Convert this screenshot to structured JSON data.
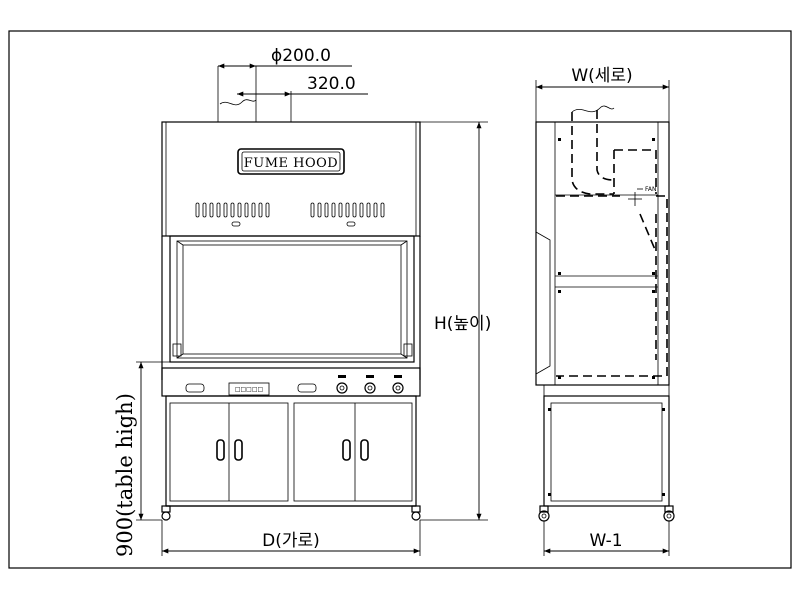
{
  "dimensions": {
    "duct_diameter": "ϕ200.0",
    "duct_offset": "320.0",
    "width_label": "W(세로)",
    "height_label": "H(높이)",
    "table_height_label": "900(table high)",
    "depth_label": "D(가로)",
    "bottom_width_label": "W-1"
  },
  "front_view": {
    "sign_text": "FUME HOOD",
    "control_label": "□□□□□"
  },
  "side_view": {
    "fan_label": "FAN"
  }
}
